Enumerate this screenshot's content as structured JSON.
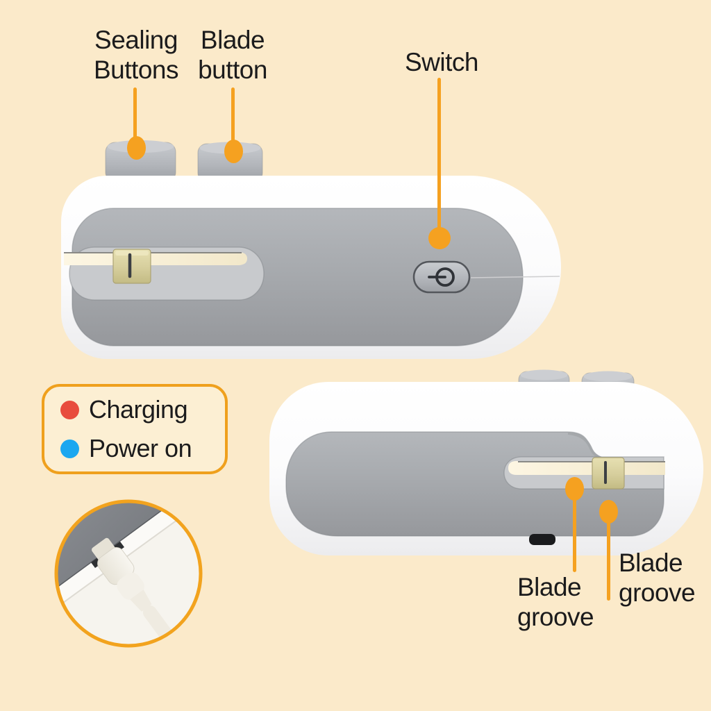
{
  "page": {
    "background_color": "#fbeaca",
    "accent_orange": "#f5a120"
  },
  "annotations": {
    "sealing_buttons": {
      "label": "Sealing\nButtons"
    },
    "blade_button": {
      "label": "Blade\nbutton"
    },
    "switch": {
      "label": "Switch"
    },
    "blade_groove_left": {
      "label": "Blade\ngroove"
    },
    "blade_groove_right": {
      "label": "Blade\ngroove"
    }
  },
  "legend": {
    "items": [
      {
        "label": "Charging",
        "color": "#e84c3d"
      },
      {
        "label": "Power on",
        "color": "#1ba7f0"
      }
    ]
  },
  "icons": {
    "power": "power-icon",
    "annotation_dot": "orange-dot-marker"
  },
  "device_colors": {
    "body_white": "#ffffff",
    "panel_gray": "#a9acb0",
    "button_gray": "#b7babf",
    "blade_cream": "#d8d1a0",
    "usb_port_black": "#1a1b1d"
  }
}
